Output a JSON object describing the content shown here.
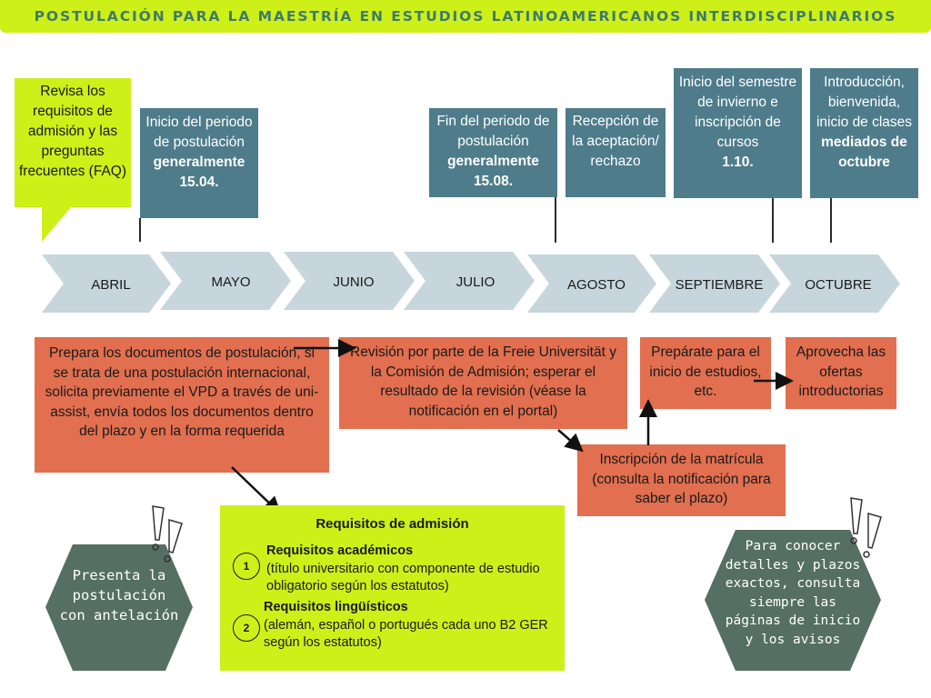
{
  "header": {
    "title": "POSTULACIÓN PARA LA MAESTRÍA EN ESTUDIOS LATINOAMERICANOS INTERDISCIPLINARIOS"
  },
  "colors": {
    "lime": "#cdf019",
    "teal": "#4e7c8a",
    "orange": "#e26f4f",
    "chevron": "#c7d6dc",
    "hexagon": "#556f65",
    "header_text": "#3f7a6a"
  },
  "timeline": {
    "months": [
      "ABRIL",
      "MAYO",
      "JUNIO",
      "JULIO",
      "AGOSTO",
      "SEPTIEMBRE",
      "OCTUBRE"
    ]
  },
  "callouts": {
    "faq": "Revisa los requisitos de admisión y las preguntas frecuentes (FAQ)",
    "inicio_periodo": {
      "text": "Inicio del periodo de postulación",
      "bold": "generalmente 15.04."
    },
    "fin_periodo": {
      "text": "Fin del periodo de postulación",
      "bold": "generalmente 15.08."
    },
    "recepcion": "Recepción de la aceptación/ rechazo",
    "semestre": {
      "text": "Inicio del semestre de invierno e inscripción de cursos",
      "bold": "1.10."
    },
    "introduccion": {
      "text": "Introducción, bienvenida, inicio de clases",
      "bold": "mediados de octubre"
    }
  },
  "steps": {
    "prepara": "Prepara los documentos de postulación, si se trata de una postulación internacional, solicita previamente el VPD a través de uni-assist, envía todos los documentos dentro del plazo y en la forma requerida",
    "revision": "Revisión por parte de la Freie Universität y la Comisión de Admisión; esperar el resultado de la revisión (véase la notificación en el portal)",
    "preparate": "Prepárate para el inicio de estudios, etc.",
    "aprovecha": "Aprovecha las ofertas introductorias",
    "matricula": "Inscripción de la matrícula (consulta la notificación para saber el plazo)"
  },
  "requirements": {
    "title": "Requisitos de admisión",
    "items": [
      {
        "number": "1",
        "heading": "Requisitos académicos",
        "text": "(título universitario con componente de estudio obligatorio según los estatutos)"
      },
      {
        "number": "2",
        "heading": "Requisitos lingüísticos",
        "text": "(alemán, español o portugués cada uno B2 GER según los estatutos)"
      }
    ]
  },
  "notes": {
    "left": "Presenta la postulación con antelación",
    "right": "Para conocer detalles y plazos exactos, consulta siempre las páginas de inicio y los avisos"
  },
  "icons": [
    "exclamation-marks-icon",
    "arrow-icon",
    "chevron-arrow-icon"
  ]
}
